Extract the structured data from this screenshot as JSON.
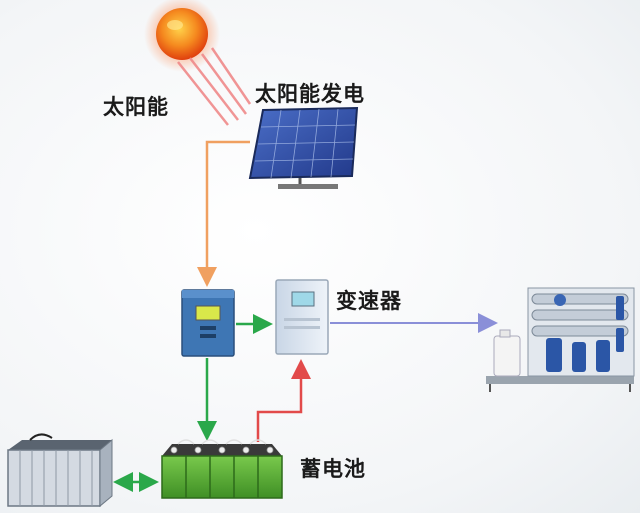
{
  "labels": {
    "solar_energy": "太阳能",
    "solar_power_generation": "太阳能发电",
    "speed_changer": "变速器",
    "battery_storage": "蓄电池"
  },
  "colors": {
    "solar_flow": "#f0a060",
    "charge_flow": "#2aa84a",
    "discharge_flow": "#e24a4a",
    "output_flow": "#8a8fd8",
    "sun": "#f05a14",
    "panel": "#2c4aa0",
    "battery": "#5cb035"
  },
  "icons": [
    "sun-icon",
    "solar-panel-icon",
    "controller-icon",
    "inverter-icon",
    "battery-bank-icon",
    "battery-box-icon",
    "water-treatment-machine-icon"
  ]
}
